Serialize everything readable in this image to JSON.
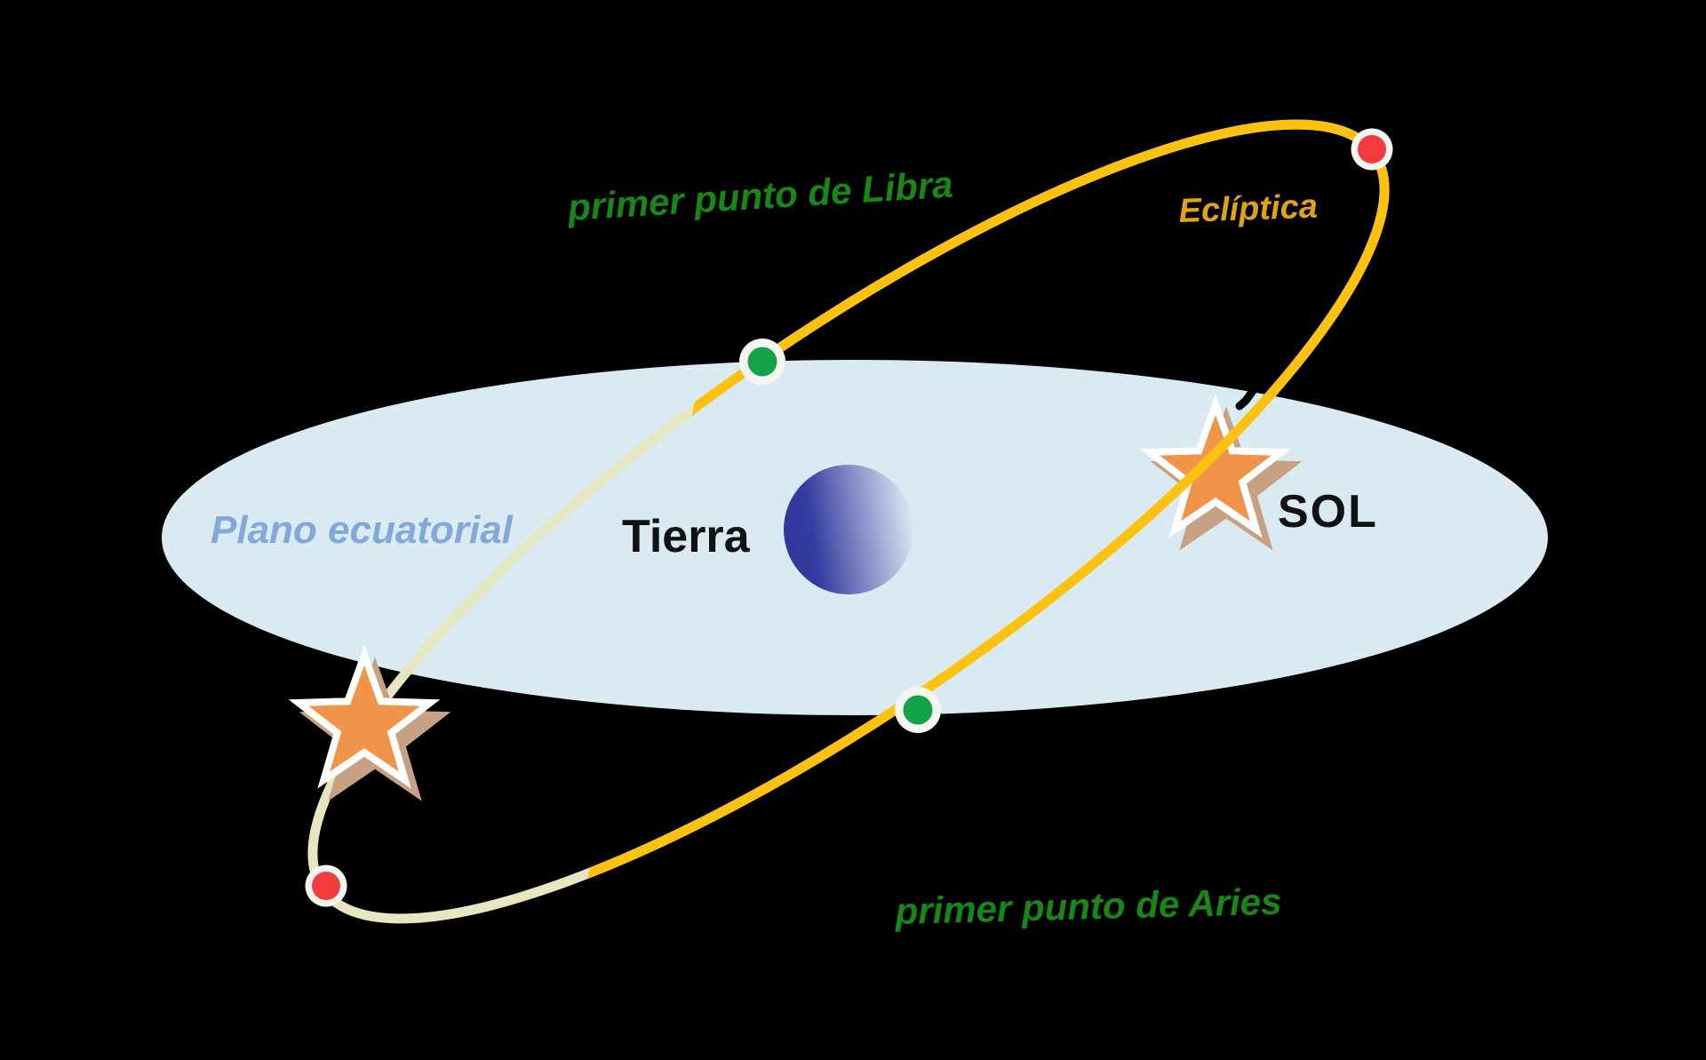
{
  "diagram": {
    "title_hint": "Ecliptic and equatorial plane diagram (Spanish)",
    "labels": {
      "libra": "primer punto de Libra",
      "ecliptica": "Eclíptica",
      "plano_ecuatorial": "Plano ecuatorial",
      "tierra": "Tierra",
      "sol": "SOL",
      "aries": "primer punto de Aries"
    },
    "colors": {
      "background": "#000000",
      "equatorial_plane": "#d9eaf2",
      "ecliptic_bright": "#fdc20f",
      "ecliptic_faded": "#e6e6c3",
      "equinox_node_green": "#14a349",
      "solstice_point_red": "#f23b3b",
      "node_ring_white": "#f5f5f2",
      "sun_star_orange": "#ef9449",
      "sun_star_outline": "#ffffff",
      "sun_star_shadow": "#c7a183",
      "earth_gradient_dark": "#31379e",
      "earth_gradient_light": "#dde7f3",
      "label_green": "#178717",
      "label_gold": "#dfa414",
      "label_blue": "#84a7da",
      "label_black": "#111111"
    }
  }
}
